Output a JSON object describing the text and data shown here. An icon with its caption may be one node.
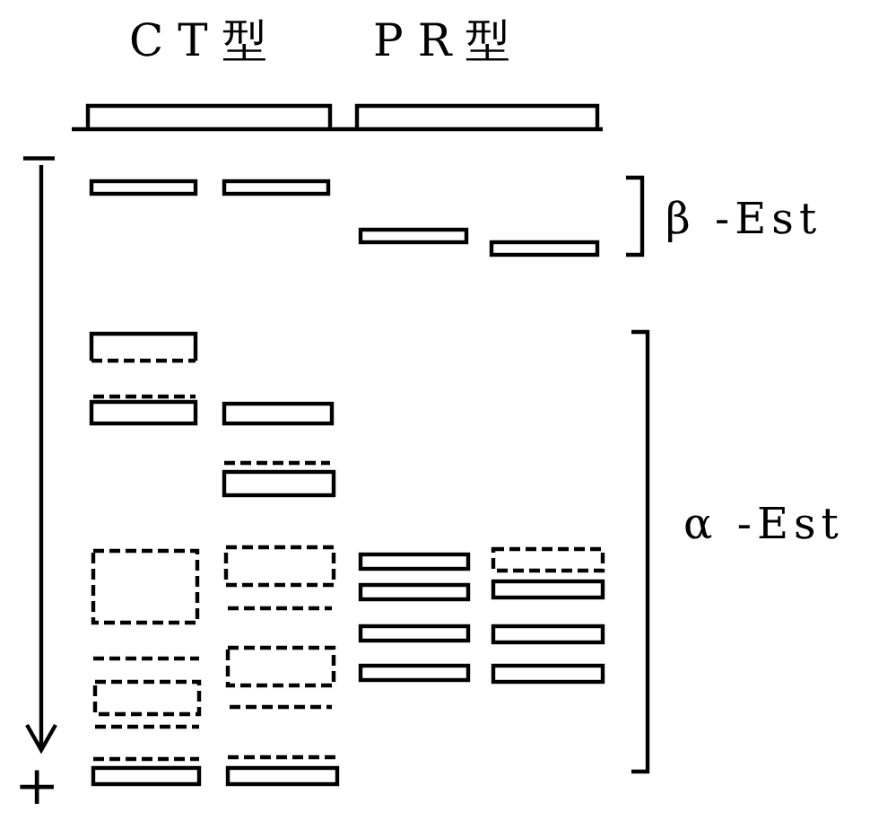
{
  "diagram": {
    "labels": [
      "CT型",
      "PR型",
      "−",
      "β -Est",
      "α -Est",
      "+"
    ]
  }
}
